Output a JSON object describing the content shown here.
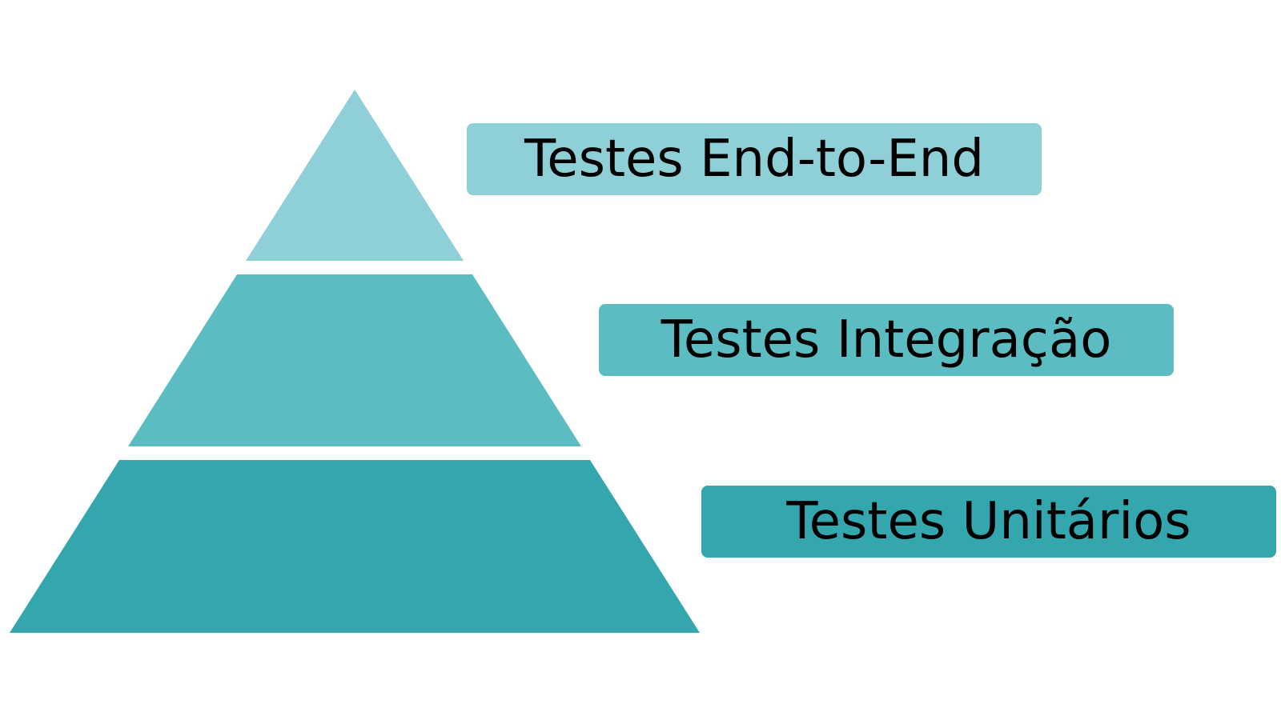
{
  "levels": [
    {
      "id": "top",
      "label": "Testes End-to-End",
      "color": "#8fcfd7"
    },
    {
      "id": "middle",
      "label": "Testes Integração",
      "color": "#5bbdc2"
    },
    {
      "id": "bottom",
      "label": "Testes Unitários",
      "color": "#34a6ae"
    }
  ]
}
